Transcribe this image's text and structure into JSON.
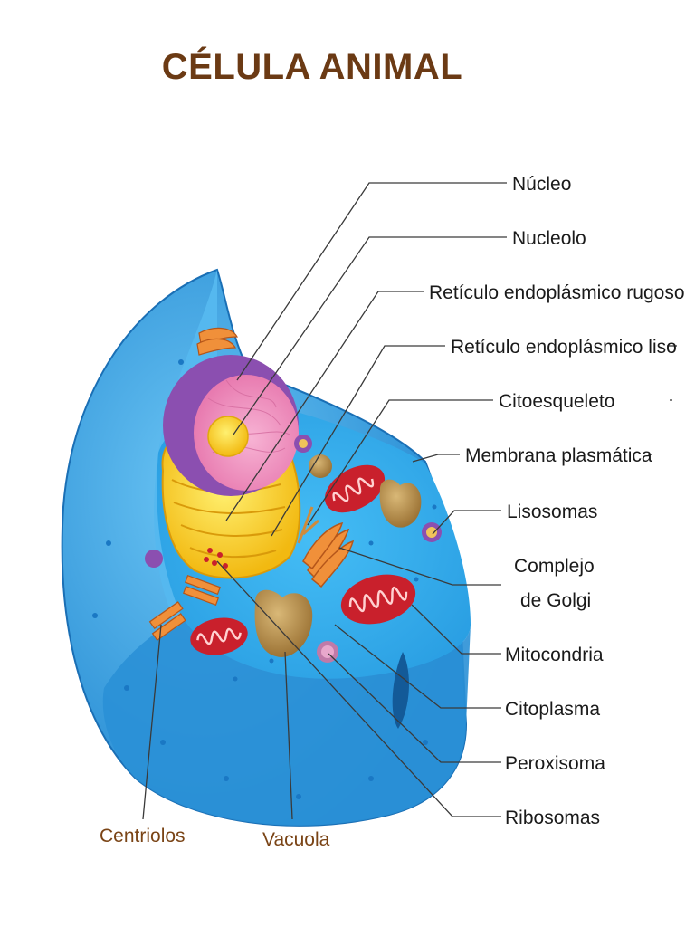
{
  "title": "CÉLULA ANIMAL",
  "labels": {
    "nucleo": "Núcleo",
    "nucleolo": "Nucleolo",
    "rer": "Retículo endoplásmico rugoso",
    "rel": "Retículo endoplásmico liso",
    "citoesqueleto": "Citoesqueleto",
    "membrana": "Membrana plasmática",
    "lisosomas": "Lisosomas",
    "golgi_1": "Complejo",
    "golgi_2": "de Golgi",
    "mitocondria": "Mitocondria",
    "citoplasma": "Citoplasma",
    "peroxisoma": "Peroxisoma",
    "ribosomas": "Ribosomas",
    "centriolos": "Centriolos",
    "vacuola": "Vacuola"
  },
  "colors": {
    "title": "#6b3a14",
    "membrane": "#2e9be0",
    "cytoplasm": "#3ab5f2",
    "nucleus_envelope": "#8b4fb0",
    "nucleus_inner": "#f29ac6",
    "nucleolus": "#ffe14a",
    "er": "#f5d21e",
    "mitochondria": "#c9202c",
    "vacuole": "#b8924e",
    "golgi": "#f0903a"
  }
}
